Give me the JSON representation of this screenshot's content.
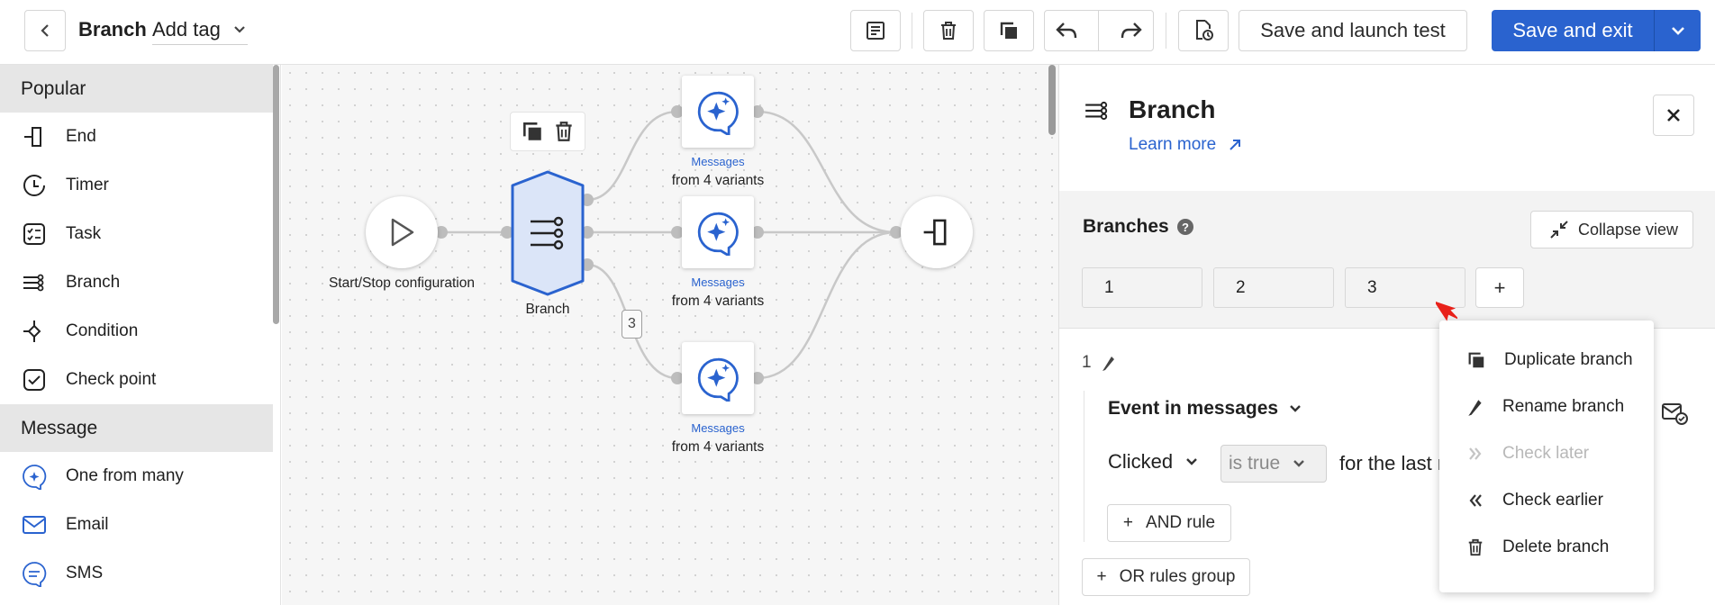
{
  "header": {
    "title": "Branch",
    "add_tag_label": "Add tag",
    "test_label": "Save and launch test",
    "save_exit_label": "Save and exit"
  },
  "palette": {
    "sections": [
      {
        "title": "Popular",
        "items": [
          {
            "label": "End",
            "icon": "end-icon"
          },
          {
            "label": "Timer",
            "icon": "timer-icon"
          },
          {
            "label": "Task",
            "icon": "task-icon"
          },
          {
            "label": "Branch",
            "icon": "branch-icon"
          },
          {
            "label": "Condition",
            "icon": "condition-icon"
          },
          {
            "label": "Check point",
            "icon": "check-point-icon"
          }
        ]
      },
      {
        "title": "Message",
        "items": [
          {
            "label": "One from many",
            "icon": "sparkle-chat-icon"
          },
          {
            "label": "Email",
            "icon": "email-icon"
          },
          {
            "label": "SMS",
            "icon": "sms-icon"
          }
        ]
      }
    ]
  },
  "canvas": {
    "start_label": "Start/Stop configuration",
    "branch_label": "Branch",
    "count_badge": "3",
    "messages": [
      {
        "title": "Messages",
        "subtitle": "from 4 variants"
      },
      {
        "title": "Messages",
        "subtitle": "from 4 variants"
      },
      {
        "title": "Messages",
        "subtitle": "from 4 variants"
      }
    ]
  },
  "panel": {
    "title": "Branch",
    "learn_more": "Learn more",
    "branches_heading": "Branches",
    "collapse_label": "Collapse view",
    "tabs": [
      "1",
      "2",
      "3"
    ],
    "add_tab": "+",
    "rule_number": "1",
    "event_select": "Event in messages",
    "action_select": "Clicked",
    "condition_select": "is true",
    "for_last_text": "for the last r",
    "and_rule": "AND rule",
    "or_rules_group": "OR rules group",
    "plus_glyph": "+"
  },
  "menu": {
    "items": [
      {
        "label": "Duplicate branch",
        "enabled": true
      },
      {
        "label": "Rename branch",
        "enabled": true
      },
      {
        "label": "Check later",
        "enabled": false
      },
      {
        "label": "Check earlier",
        "enabled": true
      },
      {
        "label": "Delete branch",
        "enabled": true
      }
    ]
  },
  "colors": {
    "accent": "#2a63cf",
    "branch_node_fill": "#dbe5f8",
    "cursor": "#e8211a"
  }
}
